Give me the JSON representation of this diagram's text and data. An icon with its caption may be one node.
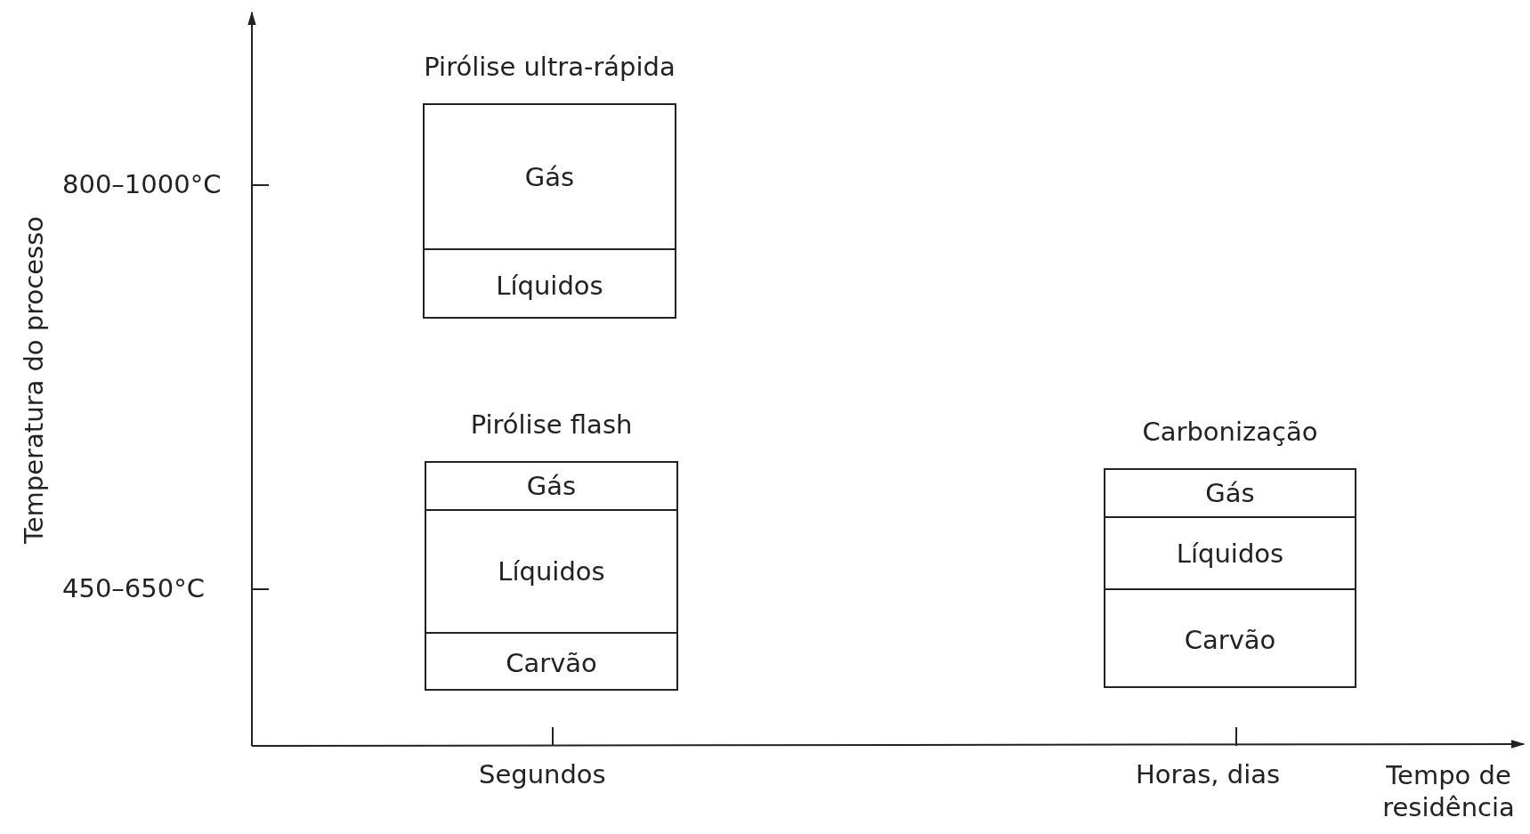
{
  "diagram": {
    "nodes": [
      {
        "text": [
          "Pirólise ultra-rápida"
        ]
      },
      {
        "text": [
          "Gás"
        ],
        "in": 0
      },
      {
        "text": [
          "Líquidos"
        ],
        "in": 0
      },
      {
        "text": [
          "Pirólise flash"
        ]
      },
      {
        "text": [
          "Gás"
        ],
        "in": 3
      },
      {
        "text": [
          "Líquidos"
        ],
        "in": 3
      },
      {
        "text": [
          "Carvão"
        ],
        "in": 3
      },
      {
        "text": [
          "Carbonização"
        ]
      },
      {
        "text": [
          "Gás"
        ],
        "in": 7
      },
      {
        "text": [
          "Líquidos"
        ],
        "in": 7
      },
      {
        "text": [
          "Carvão"
        ],
        "in": 7
      }
    ],
    "edges": [],
    "labels": [
      "Temperatura do processo",
      "800–1000°C",
      "450–650°C",
      "Segundos",
      "Horas, dias",
      "Tempo de residência"
    ]
  }
}
